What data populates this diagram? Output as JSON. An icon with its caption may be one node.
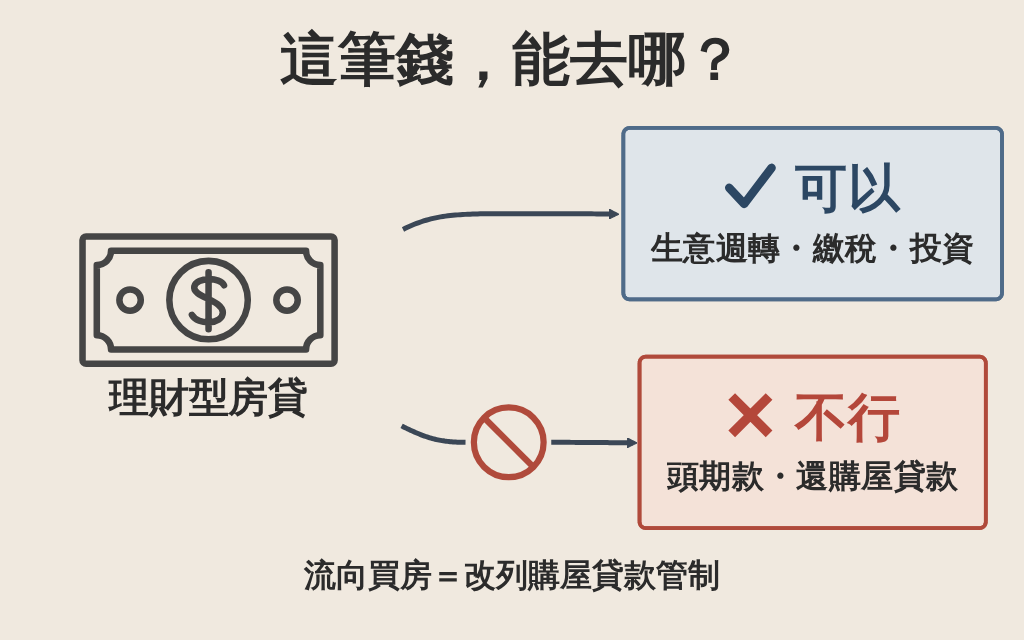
{
  "diagram": {
    "title": "這筆錢，能去哪？",
    "nodes": [
      {
        "text": [
          "理財型房貸"
        ]
      },
      {
        "text": [
          "可以",
          "生意週轉・繳稅・投資"
        ]
      },
      {
        "text": [],
        "shape": "circle"
      },
      {
        "text": [
          "不行",
          "頭期款・還購屋貸款"
        ]
      }
    ],
    "edges": [
      {
        "from": 0,
        "to": 1,
        "arrow": "to"
      },
      {
        "from": 0,
        "to": 2,
        "arrow": "none"
      },
      {
        "from": 2,
        "to": 3,
        "arrow": "to"
      }
    ],
    "caption": "流向買房＝改列購屋貸款管制"
  }
}
